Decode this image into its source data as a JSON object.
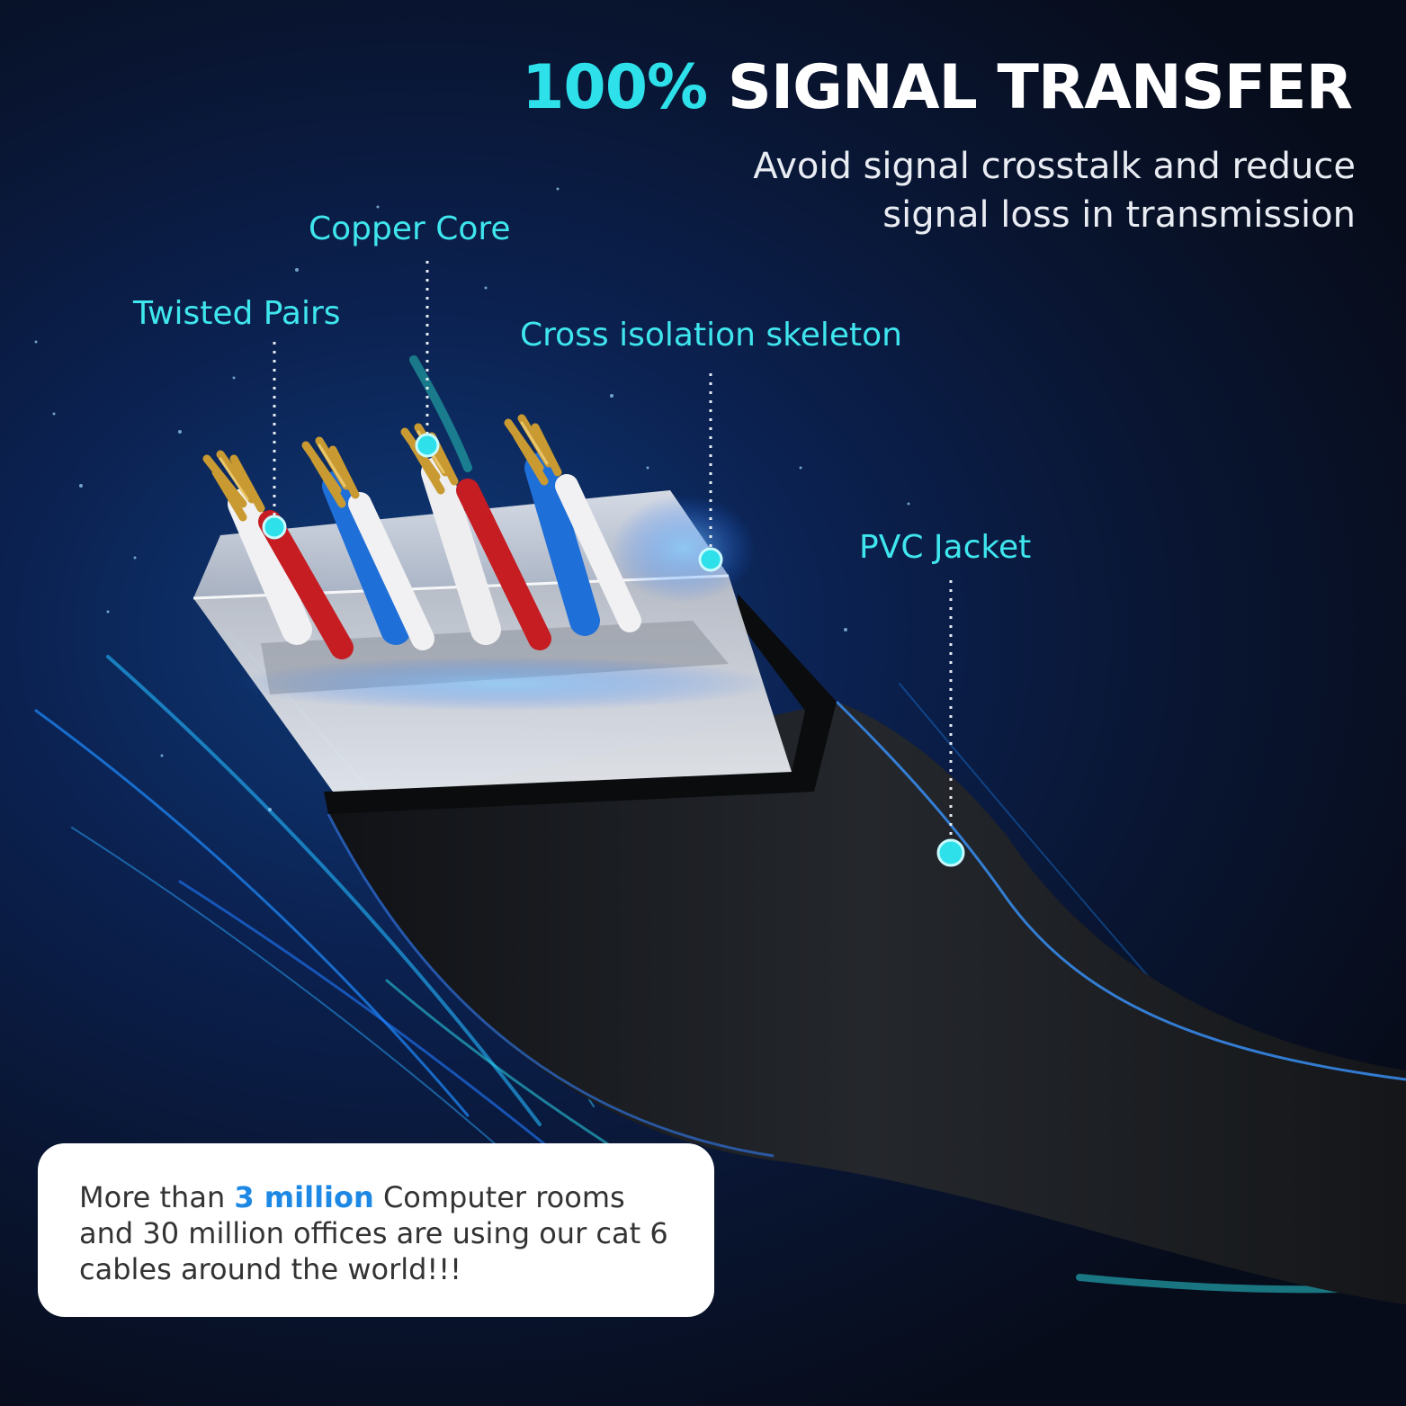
{
  "headline": {
    "accent": "100%",
    "rest": "SIGNAL TRANSFER"
  },
  "subtitle": {
    "line1": "Avoid signal crosstalk and reduce",
    "line2": "signal loss in transmission"
  },
  "labels": {
    "copper_core": "Copper Core",
    "twisted_pairs": "Twisted Pairs",
    "cross_isolation": "Cross isolation skeleton",
    "pvc_jacket": "PVC Jacket"
  },
  "callout": {
    "prefix": "More than ",
    "highlight": "3 million",
    "rest": " Computer rooms and  30 million offices  are using our cat 6 cables around the world!!!"
  },
  "colors": {
    "accent": "#2de0ea",
    "label": "#3fe6ee",
    "highlight": "#1e88e5",
    "background": "#0a0f1f",
    "cable": "#1a1c20"
  }
}
